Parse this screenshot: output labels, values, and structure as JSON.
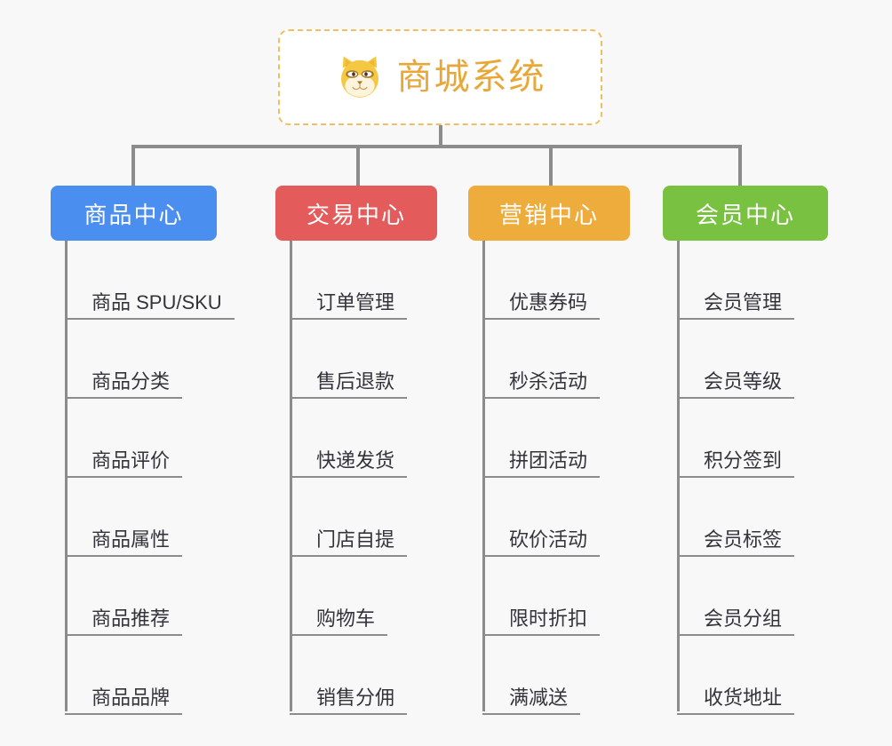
{
  "root": {
    "title": "商城系统",
    "icon": "shiba-dog-icon",
    "title_color": "#e8a838",
    "border_color": "#f0c060",
    "background": "#ffffff"
  },
  "canvas": {
    "background": "#f8f8f9",
    "connector_color": "#8c8c8c"
  },
  "branches": [
    {
      "label": "商品中心",
      "color": "#4a8ef0",
      "items": [
        "商品 SPU/SKU",
        "商品分类",
        "商品评价",
        "商品属性",
        "商品推荐",
        "商品品牌"
      ]
    },
    {
      "label": "交易中心",
      "color": "#e35b5b",
      "items": [
        "订单管理",
        "售后退款",
        "快递发货",
        "门店自提",
        "购物车",
        "销售分佣"
      ]
    },
    {
      "label": "营销中心",
      "color": "#eeac3c",
      "items": [
        "优惠券码",
        "秒杀活动",
        "拼团活动",
        "砍价活动",
        "限时折扣",
        "满减送"
      ]
    },
    {
      "label": "会员中心",
      "color": "#79c141",
      "items": [
        "会员管理",
        "会员等级",
        "积分签到",
        "会员标签",
        "会员分组",
        "收货地址"
      ]
    }
  ]
}
